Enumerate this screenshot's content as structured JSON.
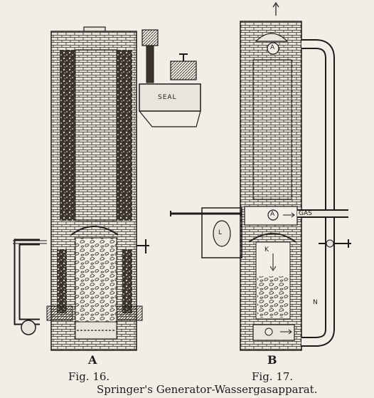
{
  "figures": [
    {
      "letter": "A",
      "caption": "Fig. 16."
    },
    {
      "letter": "B",
      "caption": "Fig. 17."
    }
  ],
  "title": "Springer's Generator-Wassergasapparat.",
  "labels": {
    "seal": "SEAL",
    "gas": "GAS",
    "valve_a_top": "A",
    "valve_a_mid": "A",
    "l": "L",
    "k": "K",
    "n": "N"
  },
  "colors": {
    "paper": "#f1eee8",
    "ink": "#1e1b17"
  }
}
